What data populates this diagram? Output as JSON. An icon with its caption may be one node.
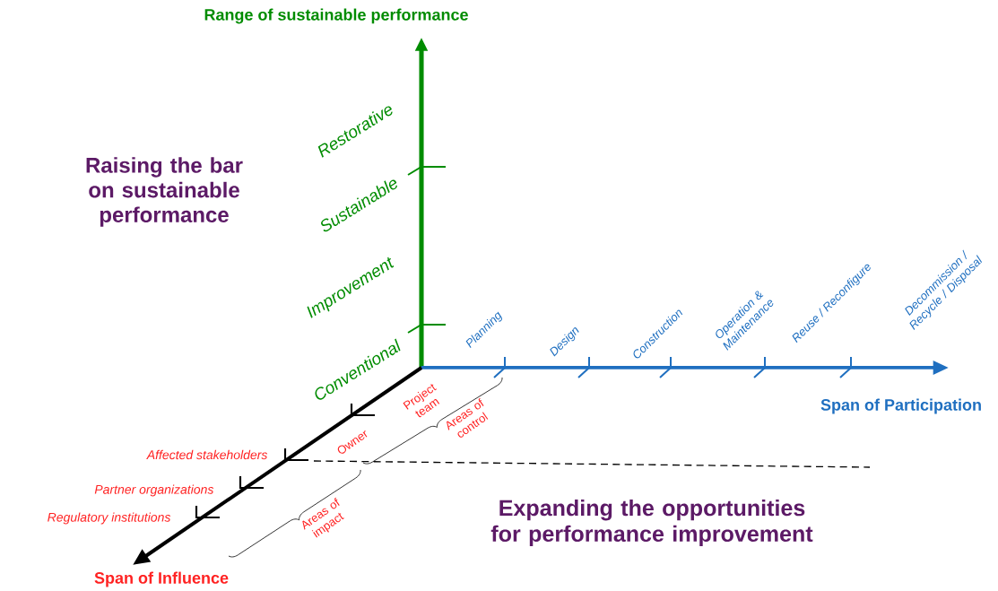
{
  "diagram": {
    "labels": [
      "Range of sustainable performance",
      "Raising the bar on sustainable performance",
      "Restorative",
      "Sustainable",
      "Improvement",
      "Conventional",
      "Planning",
      "Design",
      "Construction",
      "Operation & Maintenance",
      "Reuse / Reconfigure",
      "Decommission / Recycle / Disposal",
      "Span of Participation",
      "Project team",
      "Owner",
      "Areas of control",
      "Affected stakeholders",
      "Partner organizations",
      "Regulatory institutions",
      "Areas of impact",
      "Expanding the opportunities for performance improvement",
      "Span of Influence"
    ]
  }
}
